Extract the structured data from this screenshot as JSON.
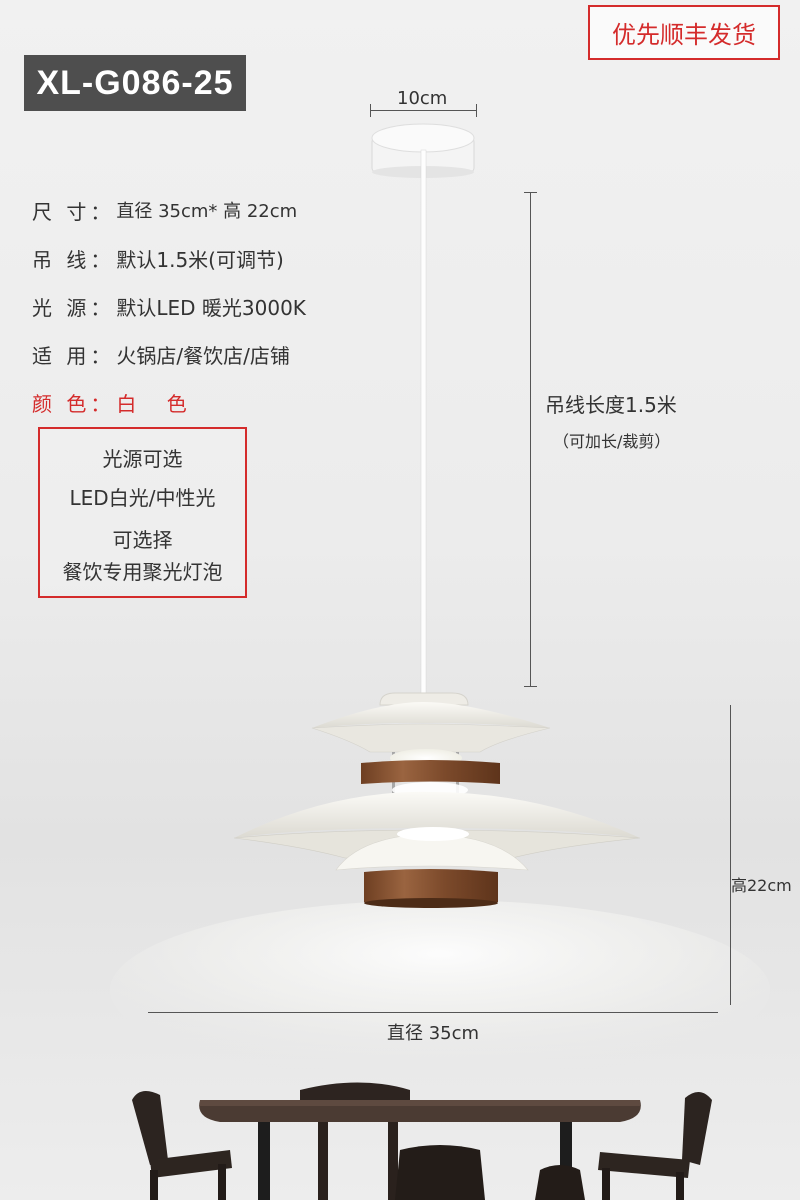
{
  "model_code": "XL-G086-25",
  "shipping_badge": "优先顺丰发货",
  "specs": [
    {
      "label": "尺 寸：",
      "value": "直径 35cm* 高 22cm"
    },
    {
      "label": "吊 线：",
      "value": "默认1.5米(可调节)"
    },
    {
      "label": "光 源：",
      "value": "默认LED 暖光3000K"
    },
    {
      "label": "适 用：",
      "value": "火锅店/餐饮店/店铺"
    },
    {
      "label": "颜 色：",
      "value": "白 色"
    }
  ],
  "options_box": {
    "line1": "光源可选",
    "line2": "LED白光/中性光",
    "line3": "可选择",
    "line4": "餐饮专用聚光灯泡"
  },
  "dimensions": {
    "canopy_width": "10cm",
    "cable_length": "吊线长度1.5米",
    "cable_note": "（可加长/裁剪）",
    "height": "高22cm",
    "diameter": "直径 35cm"
  },
  "colors": {
    "accent_red": "#d42b2b",
    "model_tag_bg": "#4e4e4e",
    "lamp_white": "#f2f1ec",
    "wood": "#8a5634"
  }
}
